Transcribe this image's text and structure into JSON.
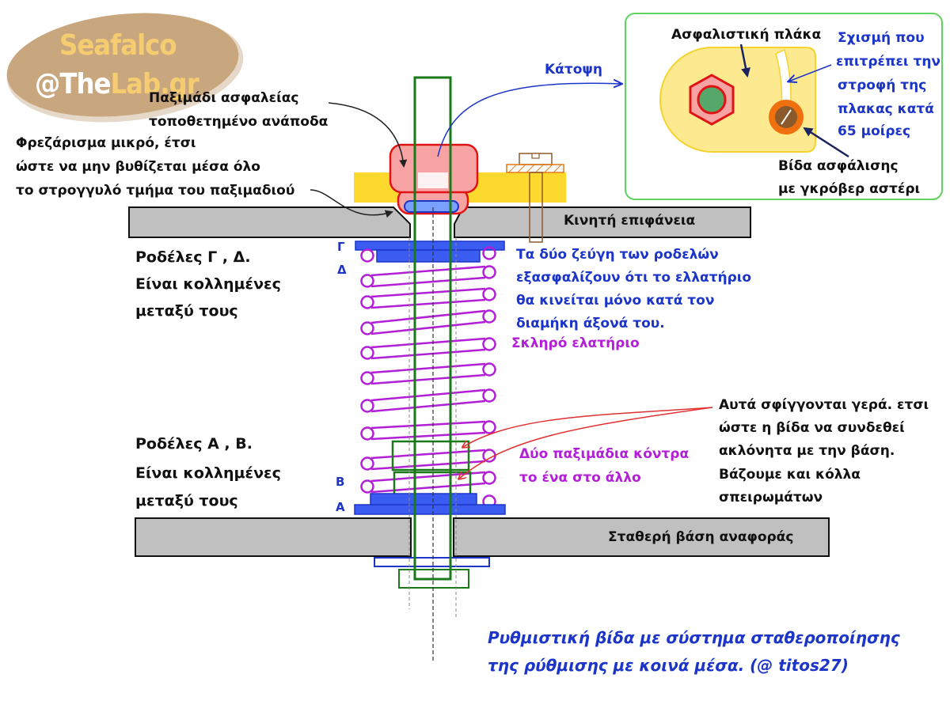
{
  "watermark": {
    "line1": "Seafalco",
    "line2_prefix": "@The",
    "line2_suffix": "Lab.gr",
    "colors": {
      "ellipse": "#c9a77e",
      "text_gold": "#f5cd70",
      "text_white": "#ffffff"
    }
  },
  "labels": {
    "safety_nut": [
      "Παξιμάδι ασφαλείας",
      "τοποθετημένο ανάποδα"
    ],
    "milling": [
      "Φρεζάρισμα μικρό, έτσι",
      "ώστε να μην βυθίζεται μέσα όλο",
      "το στρογγυλό τμήμα του παξιμαδιού"
    ],
    "top_view": "Κάτοψη",
    "moving_surface": "Κινητή επιφάνεια",
    "fixed_base": "Σταθερή βάση αναφοράς",
    "washers_gd": [
      "Ροδέλες Γ , Δ.",
      "Είναι κολλημένες",
      "μεταξύ τους"
    ],
    "washers_ab": [
      "Ροδέλες Α , Β.",
      "Είναι κολλημένες",
      "μεταξύ τους"
    ],
    "washer_letters": {
      "gamma": "Γ",
      "delta": "Δ",
      "beta": "Β",
      "alpha": "Α"
    },
    "washer_pairs_note": [
      "Τα δύο ζεύγη των ροδελών",
      "εξασφαλίζουν ότι το ελλατήριο",
      "θα κινείται μόνο κατά τον",
      "διαμήκη άξονά του."
    ],
    "hard_spring": "Σκληρό ελατήριο",
    "two_nuts": [
      "Δύο παξιμάδια κόντρα",
      "το ένα στο άλλο"
    ],
    "tightened_note": [
      "Αυτά σφίγγονται γερά. ετσι",
      "ώστε η βίδα να συνδεθεί",
      "ακλόνητα με την βάση.",
      "Βάζουμε και κόλλα",
      "σπειρωμάτων"
    ],
    "caption": [
      "Ρυθμιστική βίδα με σύστημα σταθεροποίησης",
      "της ρύθμισης με κοινά μέσα. (@ titos27)"
    ]
  },
  "inset": {
    "lock_plate": "Ασφαλιστική πλάκα",
    "slot_note": [
      "Σχισμή που",
      "επιτρέπει την",
      "στροφή της",
      "πλακας κατά",
      "65 μοίρες"
    ],
    "lock_screw": [
      "Βίδα ασφάλισης",
      "με γκρόβερ αστέρι"
    ],
    "rotation_degrees": 65
  },
  "colors": {
    "bolt": "#1a7a1a",
    "nut_fill": "#f7a3a3",
    "nut_stroke": "#e01414",
    "plate_yellow": "#fcd92c",
    "surface_gray": "#c0c0c0",
    "washer_blue": "#3a5cf0",
    "spring_purple": "#b21fd6",
    "inset_border": "#5fd35f",
    "inset_plate": "#fde98f",
    "screw_brown": "#8b5a2b",
    "screw_orange": "#f07010"
  }
}
